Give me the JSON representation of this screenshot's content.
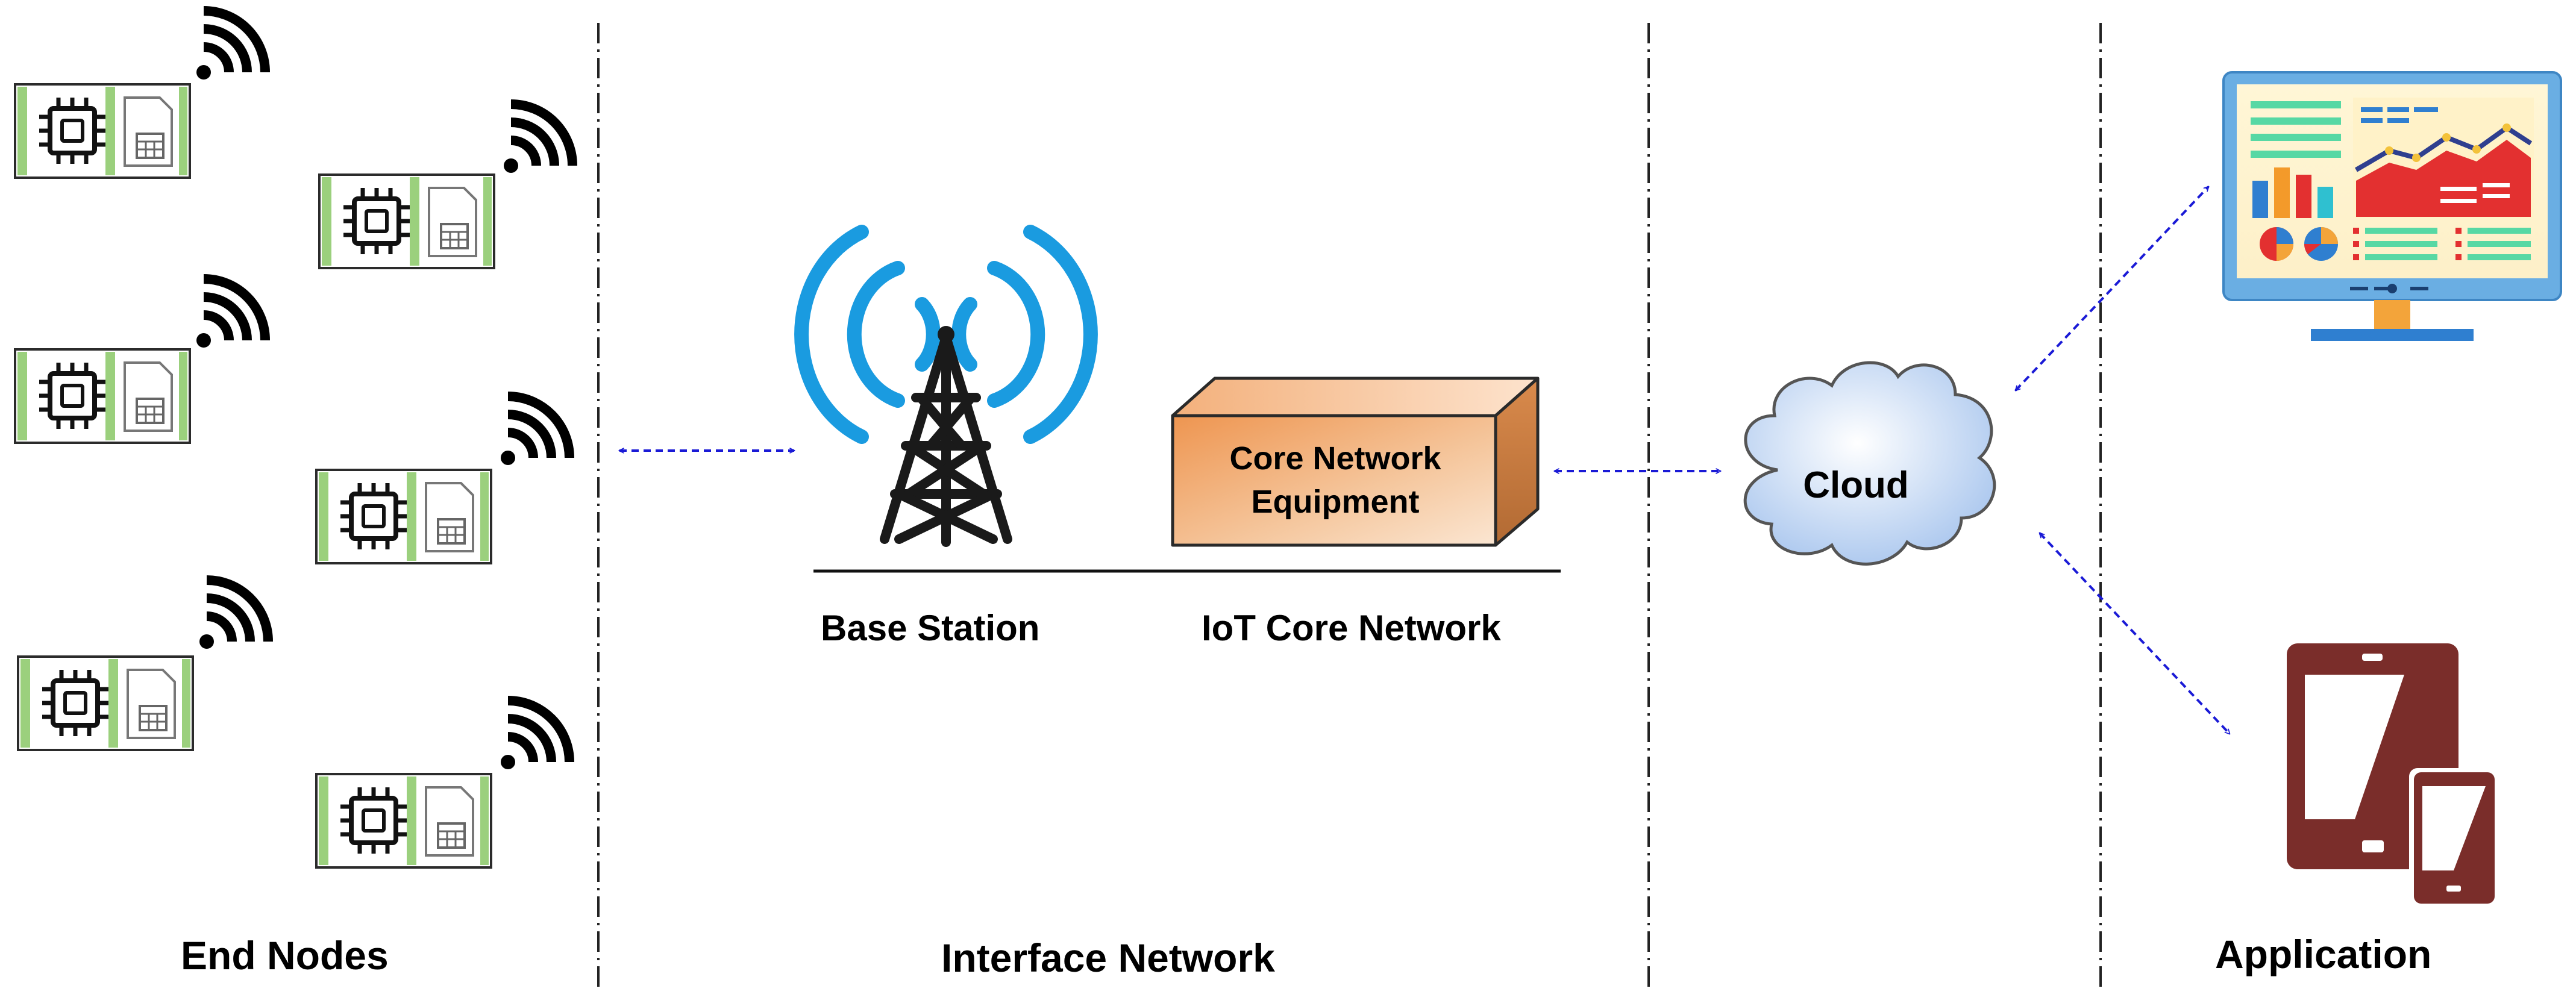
{
  "sections": {
    "end_nodes": "End Nodes",
    "interface_network": "Interface Network",
    "application": "Application"
  },
  "labels": {
    "base_station": "Base Station",
    "iot_core_network": "IoT Core Network",
    "core_network_line1": "Core Network",
    "core_network_line2": "Equipment",
    "cloud": "Cloud"
  },
  "icons": {
    "end_node": "iot-module-icon",
    "wifi": "wireless-signal-icon",
    "base_station": "cell-tower-icon",
    "core_equipment": "core-network-box",
    "cloud": "cloud-icon",
    "monitor": "dashboard-monitor-icon",
    "mobile": "tablet-phone-icon"
  },
  "colors": {
    "module_green": "#9bd07d",
    "signal_blue": "#1a9be0",
    "arrow_blue": "#1a1ad6",
    "core_orange": "#f0a15e",
    "cloud_blue": "#cfe0f5",
    "monitor_frame": "#5aa0d8",
    "mobile_brown": "#7a2d2a"
  }
}
